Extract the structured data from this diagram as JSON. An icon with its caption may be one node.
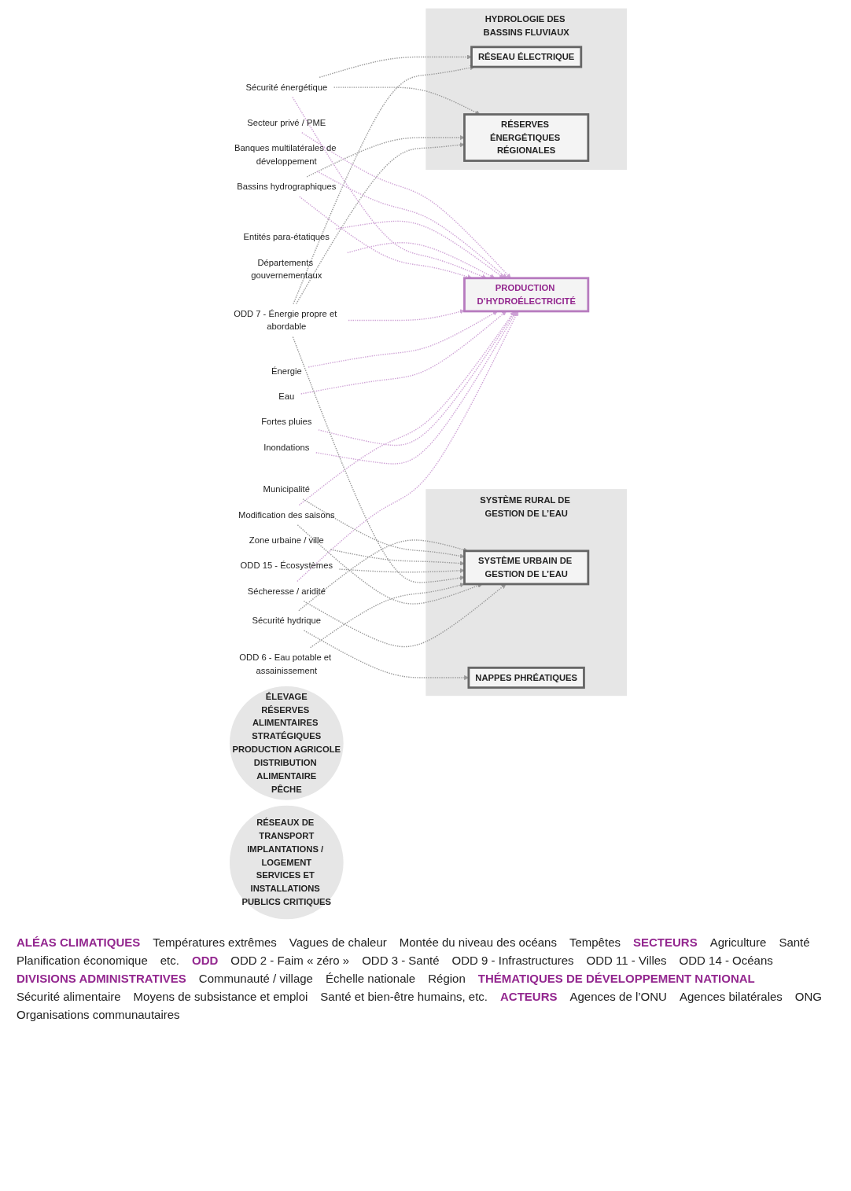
{
  "diagram": {
    "nodes": [
      {
        "text": [
          "Sécheresse / aridité"
        ]
      },
      {
        "text": [
          "Inondations"
        ]
      },
      {
        "text": [
          "Fortes pluies"
        ]
      },
      {
        "text": [
          "Modification des saisons"
        ]
      },
      {
        "text": [
          "Eau"
        ]
      },
      {
        "text": [
          "Énergie"
        ]
      },
      {
        "text": [
          "ODD 6 - Eau potable et assainissement"
        ]
      },
      {
        "text": [
          "ODD 7 - Énergie propre et abordable"
        ]
      },
      {
        "text": [
          "ODD 15 - Écosystèmes"
        ]
      },
      {
        "text": [
          "SYSTÈME RURAL DE GESTION DE L’EAU"
        ]
      },
      {
        "text": [
          "SYSTÈME URBAIN DE GESTION DE L’EAU"
        ],
        "in": 9
      },
      {
        "text": [
          "NAPPES PHRÉATIQUES"
        ],
        "in": 9
      },
      {
        "text": [
          "ÉLEVAGE",
          "RÉSERVES ALIMENTAIRES STRATÉGIQUES",
          "PRODUCTION AGRICOLE",
          "DISTRIBUTION ALIMENTAIRE",
          "PÊCHE"
        ]
      },
      {
        "text": [
          "RÉSEAUX DE TRANSPORT",
          "IMPLANTATIONS / LOGEMENT",
          "SERVICES ET INSTALLATIONS PUBLICS CRITIQUES"
        ]
      },
      {
        "text": [
          "HYDROLOGIE DES BASSINS FLUVIAUX"
        ]
      },
      {
        "text": [
          "PRODUCTION D’HYDROÉLECTRICITÉ"
        ]
      },
      {
        "text": [
          "RÉSEAU ÉLECTRIQUE"
        ],
        "in": 14
      },
      {
        "text": [
          "RÉSERVES ÉNERGÉTIQUES RÉGIONALES"
        ],
        "in": 14
      },
      {
        "text": [
          "Zone urbaine / ville"
        ]
      },
      {
        "text": [
          "Municipalité"
        ]
      },
      {
        "text": [
          "Bassins hydrographiques"
        ]
      },
      {
        "text": [
          "Sécurité hydrique"
        ]
      },
      {
        "text": [
          "Sécurité énergétique"
        ]
      },
      {
        "text": [
          "Départements gouvernementaux"
        ]
      },
      {
        "text": [
          "Entités para-étatiques"
        ]
      },
      {
        "text": [
          "Banques multilatérales de développement"
        ]
      },
      {
        "text": [
          "Secteur privé / PME"
        ]
      }
    ],
    "edges": [
      {
        "from": 0,
        "to": 10,
        "arrow": "to",
        "style": "dashed"
      },
      {
        "from": 0,
        "to": 15,
        "arrow": "to",
        "style": "dashed",
        "color": "#cfa3d6"
      },
      {
        "from": 1,
        "to": 15,
        "arrow": "to",
        "style": "dashed",
        "color": "#cfa3d6"
      },
      {
        "from": 2,
        "to": 15,
        "arrow": "to",
        "style": "dashed",
        "color": "#cfa3d6"
      },
      {
        "from": 3,
        "to": 15,
        "arrow": "to",
        "style": "dashed",
        "color": "#cfa3d6"
      },
      {
        "from": 3,
        "to": 10,
        "arrow": "to",
        "style": "dashed"
      },
      {
        "from": 4,
        "to": 15,
        "arrow": "to",
        "style": "dashed",
        "color": "#cfa3d6"
      },
      {
        "from": 5,
        "to": 15,
        "arrow": "to",
        "style": "dashed",
        "color": "#cfa3d6"
      },
      {
        "from": 6,
        "to": 10,
        "arrow": "to",
        "style": "dashed"
      },
      {
        "from": 7,
        "to": 10,
        "arrow": "to",
        "style": "dashed"
      },
      {
        "from": 7,
        "to": 15,
        "arrow": "to",
        "style": "dashed",
        "color": "#cfa3d6"
      },
      {
        "from": 7,
        "to": 16,
        "arrow": "to",
        "style": "dashed"
      },
      {
        "from": 7,
        "to": 17,
        "arrow": "to",
        "style": "dashed"
      },
      {
        "from": 8,
        "to": 10,
        "arrow": "to",
        "style": "dashed"
      },
      {
        "from": 18,
        "to": 10,
        "arrow": "to",
        "style": "dashed"
      },
      {
        "from": 19,
        "to": 10,
        "arrow": "to",
        "style": "dashed"
      },
      {
        "from": 20,
        "to": 15,
        "arrow": "to",
        "style": "dashed",
        "color": "#cfa3d6"
      },
      {
        "from": 20,
        "to": 17,
        "arrow": "to",
        "style": "dashed"
      },
      {
        "from": 21,
        "to": 10,
        "arrow": "to",
        "style": "dashed"
      },
      {
        "from": 21,
        "to": 11,
        "arrow": "to",
        "style": "dashed"
      },
      {
        "from": 22,
        "to": 16,
        "arrow": "to",
        "style": "dashed"
      },
      {
        "from": 22,
        "to": 17,
        "arrow": "to",
        "style": "dashed"
      },
      {
        "from": 22,
        "to": 15,
        "arrow": "to",
        "style": "dashed",
        "color": "#cfa3d6"
      },
      {
        "from": 23,
        "to": 15,
        "arrow": "to",
        "style": "dashed",
        "color": "#cfa3d6"
      },
      {
        "from": 24,
        "to": 15,
        "arrow": "to",
        "style": "dashed",
        "color": "#cfa3d6"
      },
      {
        "from": 25,
        "to": 15,
        "arrow": "to",
        "style": "dashed",
        "color": "#cfa3d6"
      },
      {
        "from": 26,
        "to": 15,
        "arrow": "to",
        "style": "dashed",
        "color": "#cfa3d6"
      }
    ],
    "labels": [
      "ALÉAS CLIMATIQUES",
      "Températures extrêmes",
      "Vagues de chaleur",
      "Montée du niveau des océans",
      "Tempêtes",
      "SECTEURS",
      "Agriculture",
      "Santé",
      "Planification économique",
      "etc.",
      "ODD",
      "ODD 2 - Faim « zéro »",
      "ODD 3 - Santé",
      "ODD 9 - Infrastructures",
      "ODD 11 - Villes",
      "ODD 14 - Océans",
      "DIVISIONS ADMINISTRATIVES",
      "Communauté / village",
      "Échelle nationale",
      "Région",
      "THÉMATIQUES DE DÉVELOPPEMENT NATIONAL",
      "Sécurité alimentaire",
      "Moyens de subsistance et emploi",
      "Santé et bien-être humains, etc.",
      "ACTEURS",
      "Agences de l’ONU",
      "Agences bilatérales",
      "ONG",
      "Organisations communautaires"
    ]
  }
}
